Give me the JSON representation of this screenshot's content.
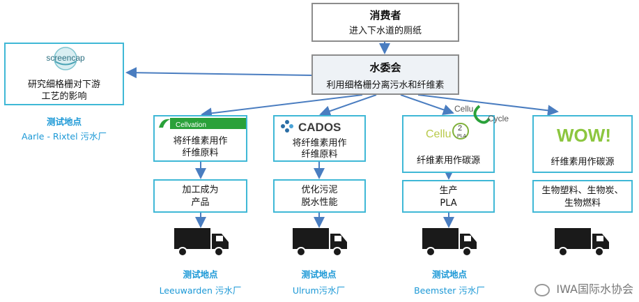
{
  "consumer": {
    "title": "消费者",
    "sub": "进入下水道的厕纸"
  },
  "water_board": {
    "title": "水委会",
    "sub": "利用细格栅分离污水和纤维素"
  },
  "screencap": {
    "logo": "screencap",
    "line1": "研究细格栅对下游",
    "line2": "工艺的影响"
  },
  "screencap_site": {
    "head": "测试地点",
    "name": "Aarle - Rixtel 污水厂"
  },
  "cellvation": {
    "logo": "Cellvation",
    "line1": "将纤维素用作",
    "line2": "纤维原料",
    "next1": "加工成为",
    "next2": "产品"
  },
  "cados": {
    "logo": "CADOS",
    "line1": "将纤维素用作",
    "line2": "纤维原料",
    "next1": "优化污泥",
    "next2": "脱水性能"
  },
  "cellu2pla": {
    "logo_a": "Cellu",
    "logo_sup": "2",
    "logo_b": "PLA",
    "badge_a": "Cellu",
    "badge_b": "Cycle",
    "line1": "纤维素用作碳源",
    "next1": "生产",
    "next2": "PLA"
  },
  "wow": {
    "logo": "WOW!",
    "line1": "纤维素用作碳源",
    "next1": "生物塑料、生物炭、",
    "next2": "生物燃料"
  },
  "sites": [
    {
      "head": "测试地点",
      "name": "Leeuwarden 污水厂"
    },
    {
      "head": "测试地点",
      "name": "Ulrum污水厂"
    },
    {
      "head": "测试地点",
      "name": "Beemster 污水厂"
    }
  ],
  "watermark": "IWA国际水协会",
  "colors": {
    "teal": "#3fb8d6",
    "gray": "#8c8c8c",
    "arrow": "#4a7dc0",
    "label": "#1b98d6"
  }
}
